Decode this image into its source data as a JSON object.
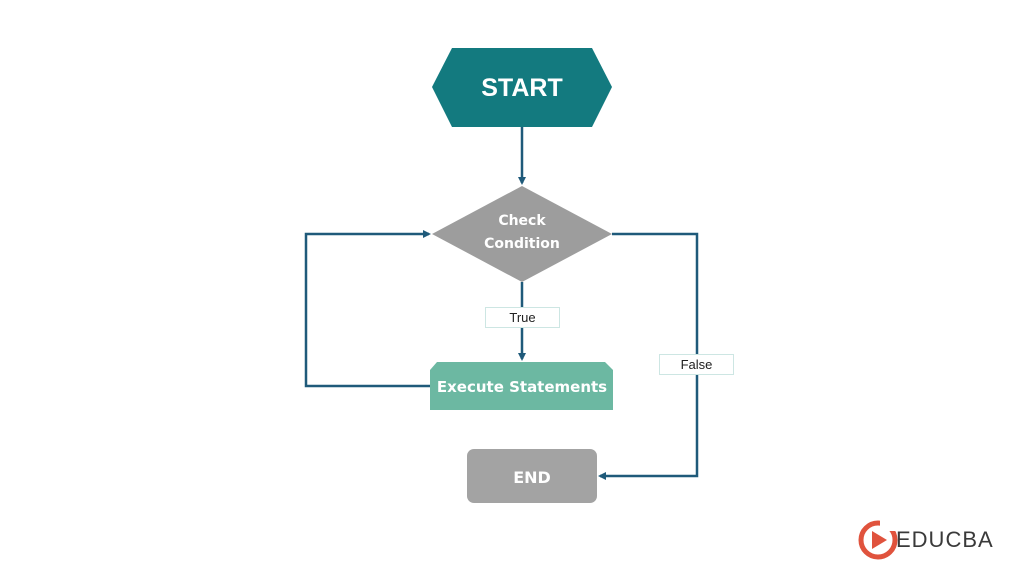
{
  "nodes": {
    "start": "START",
    "condition_line1": "Check",
    "condition_line2": "Condition",
    "execute": "Execute Statements",
    "end": "END"
  },
  "edges": {
    "true_label": "True",
    "false_label": "False"
  },
  "brand": {
    "name": "EDUCBA",
    "color_logo": "#e0533d"
  },
  "colors": {
    "start_fill": "#137a7f",
    "decision_fill": "#9d9d9d",
    "process_fill": "#6cb8a2",
    "end_fill": "#a3a3a3",
    "arrow": "#1f5a7a"
  }
}
